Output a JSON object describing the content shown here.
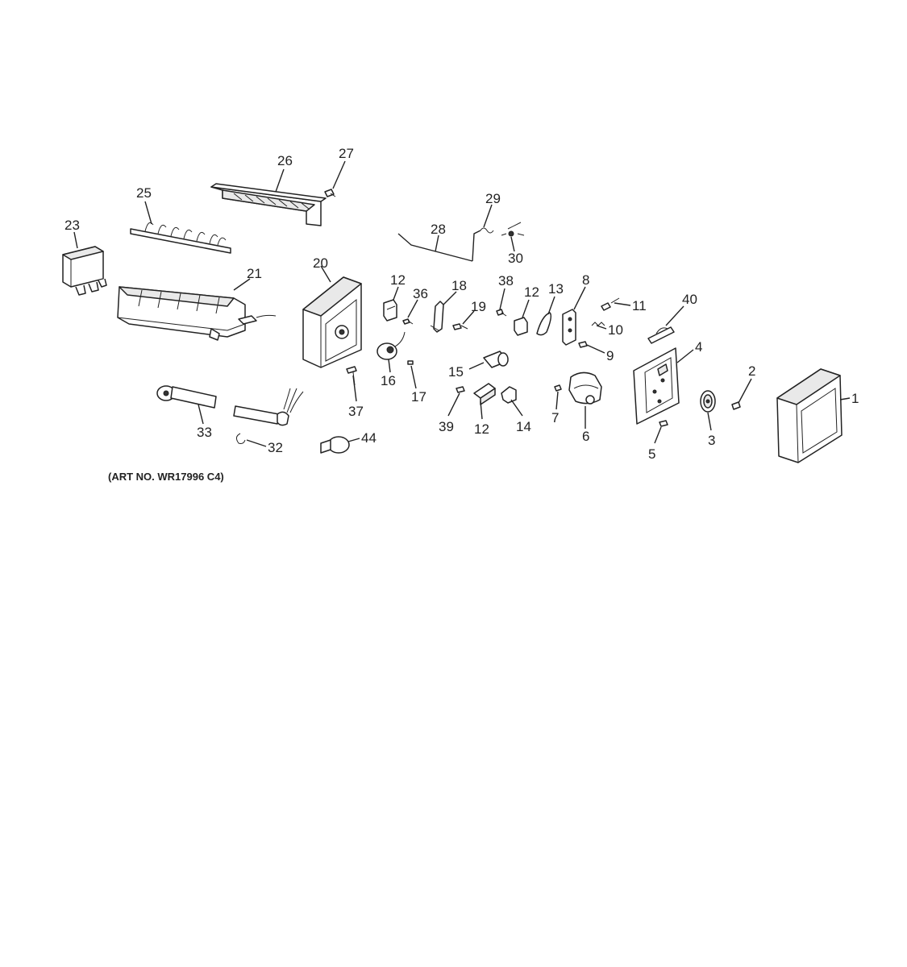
{
  "art_number": "(ART NO. WR17996 C4)",
  "callouts": {
    "c1": "1",
    "c2": "2",
    "c3": "3",
    "c4": "4",
    "c5": "5",
    "c6": "6",
    "c7": "7",
    "c8": "8",
    "c9": "9",
    "c10": "10",
    "c11": "11",
    "c12a": "12",
    "c12b": "12",
    "c12c": "12",
    "c13": "13",
    "c14": "14",
    "c15": "15",
    "c16": "16",
    "c17": "17",
    "c18": "18",
    "c19": "19",
    "c20": "20",
    "c21": "21",
    "c23": "23",
    "c25": "25",
    "c26": "26",
    "c27": "27",
    "c28": "28",
    "c29": "29",
    "c30": "30",
    "c32": "32",
    "c33": "33",
    "c36": "36",
    "c37": "37",
    "c38": "38",
    "c39": "39",
    "c40": "40",
    "c44": "44"
  }
}
